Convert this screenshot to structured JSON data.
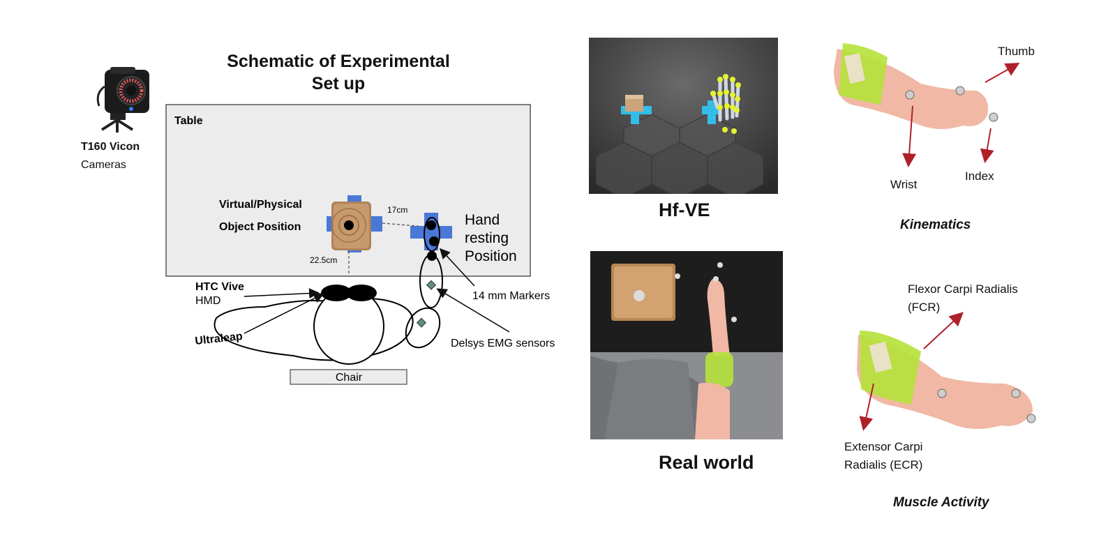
{
  "camera": {
    "label_bold": "T160 Vicon",
    "label": "Cameras"
  },
  "schematic": {
    "title_line1": "Schematic of Experimental",
    "title_line2": "Set up",
    "table_label": "Table",
    "object_label_line1": "Virtual/Physical",
    "object_label_line2": "Object Position",
    "distance_horizontal": "17cm",
    "distance_vertical": "22.5cm",
    "hand_label_line1": "Hand",
    "hand_label_line2": "resting",
    "hand_label_line3": "Position",
    "markers_label": "14 mm Markers",
    "emg_label": "Delsys EMG sensors",
    "hmd_label_bold": "HTC Vive",
    "hmd_label": "HMD",
    "ultraleap_label": "Ultraleap",
    "chair_label": "Chair"
  },
  "panels": {
    "hfve_caption": "Hf-VE",
    "real_world_caption": "Real world"
  },
  "kinematics": {
    "thumb": "Thumb",
    "wrist": "Wrist",
    "index": "Index",
    "caption": "Kinematics"
  },
  "muscle": {
    "fcr_line1": "Flexor Carpi Radialis",
    "fcr_line2": "(FCR)",
    "ecr_line1": "Extensor Carpi",
    "ecr_line2": "Radialis (ECR)",
    "caption": "Muscle Activity"
  },
  "colors": {
    "marker_blue": "#4a78d6",
    "arrow_red": "#b0202a",
    "strap_green": "#b5e23a",
    "table_fill": "#ececec"
  }
}
